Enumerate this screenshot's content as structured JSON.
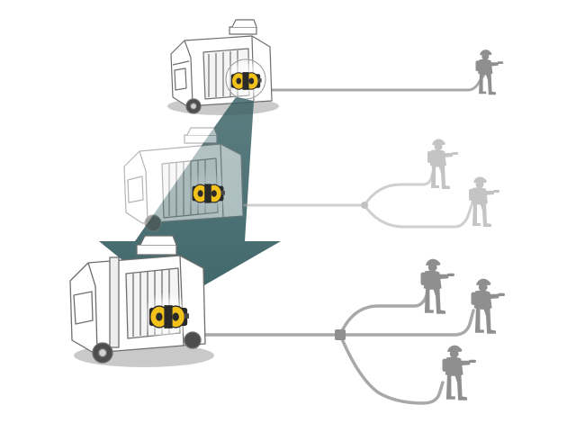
{
  "diagram": {
    "stages": [
      {
        "id": "stage-1",
        "firefighters": 1
      },
      {
        "id": "stage-2",
        "firefighters": 2
      },
      {
        "id": "stage-3",
        "firefighters": 3
      }
    ],
    "colors": {
      "background": "#ffffff",
      "van_outline": "#6e6e6e",
      "van_body": "#ffffff",
      "van_shadow": "#c9c9c9",
      "hose": "#a8a8a8",
      "firefighter": "#8f8f8f",
      "firefighter_light": "#c4c4c4",
      "reel_yellow": "#f2c21b",
      "reel_dark": "#2a2a2a",
      "arrow_teal": "#2f5a5e"
    },
    "icons": [
      "fire-van-icon",
      "hose-reel-icon",
      "firefighter-icon",
      "hose-splitter-icon",
      "down-arrow-icon"
    ]
  }
}
